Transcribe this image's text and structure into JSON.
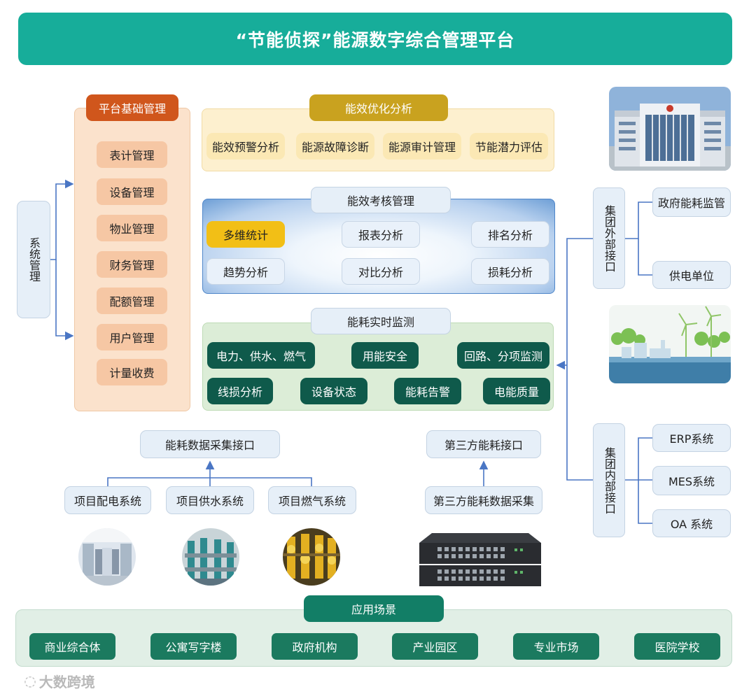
{
  "title": "“节能侦探”能源数字综合管理平台",
  "system_management": "系统管理",
  "platform_basic": {
    "heading": "平台基础管理",
    "items": [
      "表计管理",
      "设备管理",
      "物业管理",
      "财务管理",
      "配额管理",
      "用户管理",
      "计量收费"
    ]
  },
  "efficiency_optimization": {
    "heading": "能效优化分析",
    "items": [
      "能效预警分析",
      "能源故障诊断",
      "能源审计管理",
      "节能潜力评估"
    ]
  },
  "efficiency_assessment": {
    "heading": "能效考核管理",
    "items": [
      "多维统计",
      "报表分析",
      "排名分析",
      "趋势分析",
      "对比分析",
      "损耗分析"
    ]
  },
  "realtime_monitoring": {
    "heading": "能耗实时监测",
    "items": [
      "电力、供水、燃气",
      "用能安全",
      "回路、分项监测",
      "线损分析",
      "设备状态",
      "能耗告警",
      "电能质量"
    ]
  },
  "group_external": {
    "label": "集团外部接口",
    "items": [
      "政府能耗监管",
      "供电单位"
    ]
  },
  "group_internal": {
    "label": "集团内部接口",
    "items": [
      "ERP系统",
      "MES系统",
      "OA 系统"
    ]
  },
  "data_collection": {
    "heading": "能耗数据采集接口",
    "items": [
      "项目配电系统",
      "项目供水系统",
      "项目燃气系统"
    ]
  },
  "third_party": {
    "heading": "第三方能耗接口",
    "collect": "第三方能耗数据采集"
  },
  "scenarios": {
    "heading": "应用场景",
    "items": [
      "商业综合体",
      "公寓写字楼",
      "政府机构",
      "产业园区",
      "专业市场",
      "医院学校"
    ]
  },
  "watermark": "大数跨境",
  "colors": {
    "header": "#17ad9a",
    "platform_head": "#d0561c",
    "gold_head": "#c9a21f",
    "dark_green": "#0f5a4b",
    "connector": "#4a76c4"
  }
}
